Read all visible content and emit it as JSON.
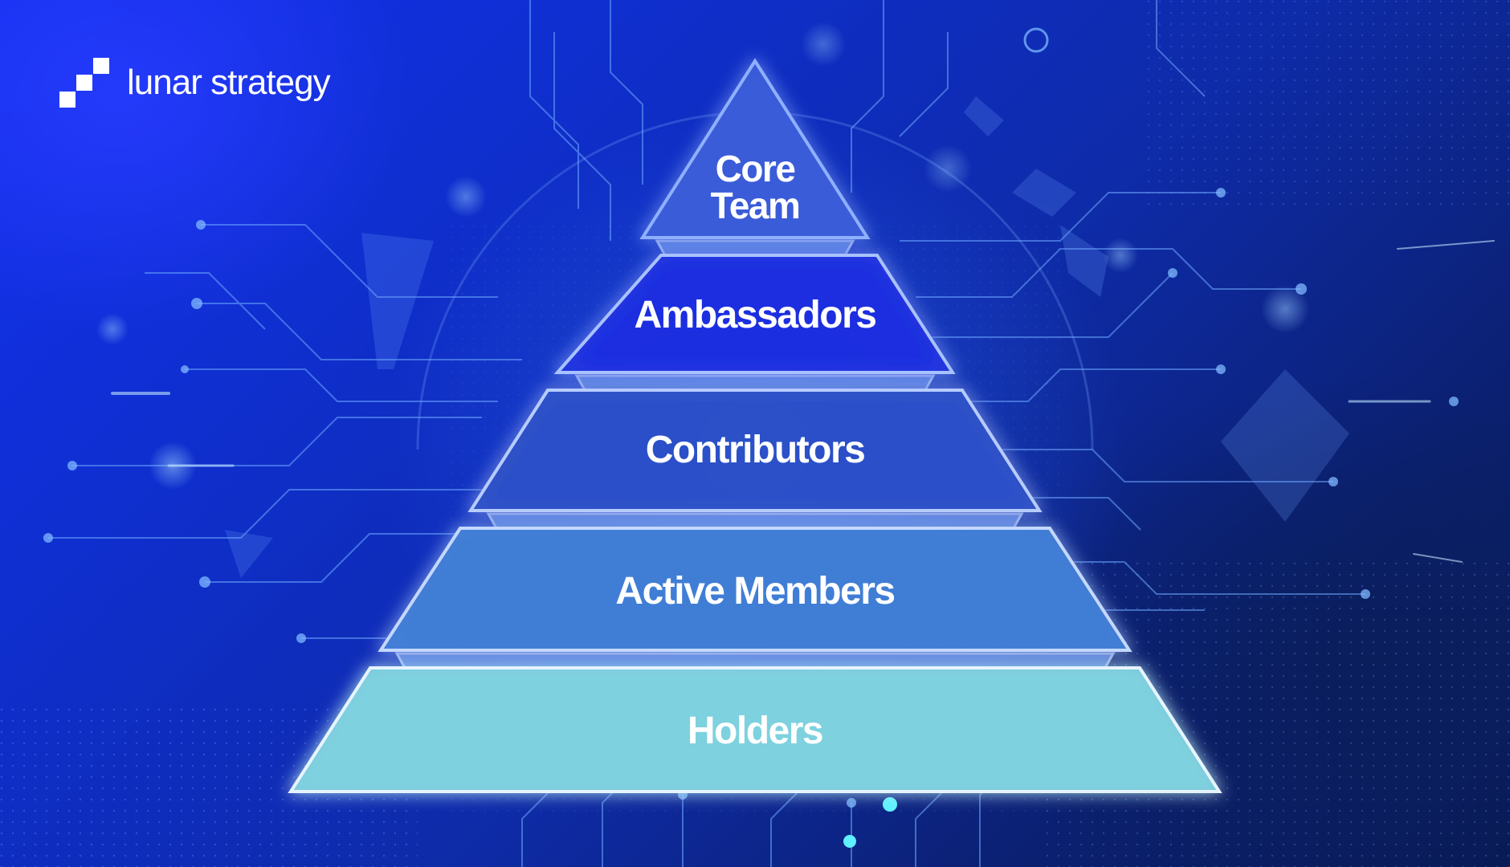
{
  "brand": {
    "name": "lunar strategy",
    "logo_icon": "pixel-stairs-logo-icon",
    "text_color": "#ffffff"
  },
  "pyramid": {
    "tiers": [
      {
        "line1": "Core",
        "line2": "Team",
        "fill": "#3a5bd8",
        "stroke": "#8fb0ff"
      },
      {
        "label": "Ambassadors",
        "fill": "#1a2fe0",
        "stroke": "#a8c2ff"
      },
      {
        "label": "Contributors",
        "fill": "#2a4fc8",
        "stroke": "#b6ccff"
      },
      {
        "label": "Active Members",
        "fill": "#3f7ed6",
        "stroke": "#c4d8ff"
      },
      {
        "label": "Holders",
        "fill": "#7fd2e0",
        "stroke": "#e6f4ff"
      }
    ]
  },
  "colors": {
    "background_primary": "#1430f0",
    "background_dark": "#091a55",
    "circuit_lines": "#6fa8ff"
  }
}
